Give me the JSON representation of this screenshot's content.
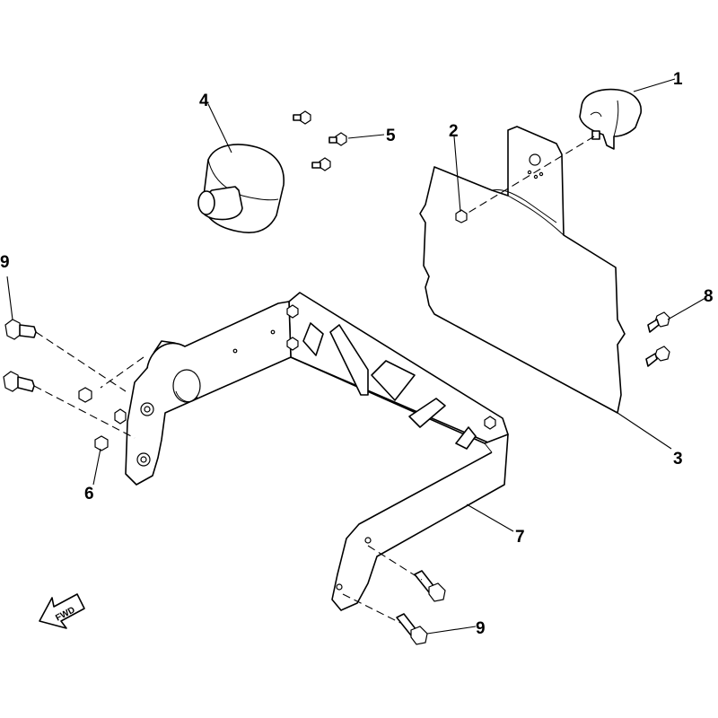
{
  "diagram": {
    "type": "exploded-parts-view",
    "callouts": [
      {
        "id": "callout-1",
        "label": "1"
      },
      {
        "id": "callout-2",
        "label": "2"
      },
      {
        "id": "callout-3",
        "label": "3"
      },
      {
        "id": "callout-4",
        "label": "4"
      },
      {
        "id": "callout-5",
        "label": "5"
      },
      {
        "id": "callout-6",
        "label": "6"
      },
      {
        "id": "callout-7",
        "label": "7"
      },
      {
        "id": "callout-8",
        "label": "8"
      },
      {
        "id": "callout-9a",
        "label": "9"
      },
      {
        "id": "callout-9b",
        "label": "9"
      }
    ],
    "direction_arrow": {
      "label": "FWD"
    },
    "colors": {
      "line": "#000000",
      "background": "#ffffff"
    }
  }
}
